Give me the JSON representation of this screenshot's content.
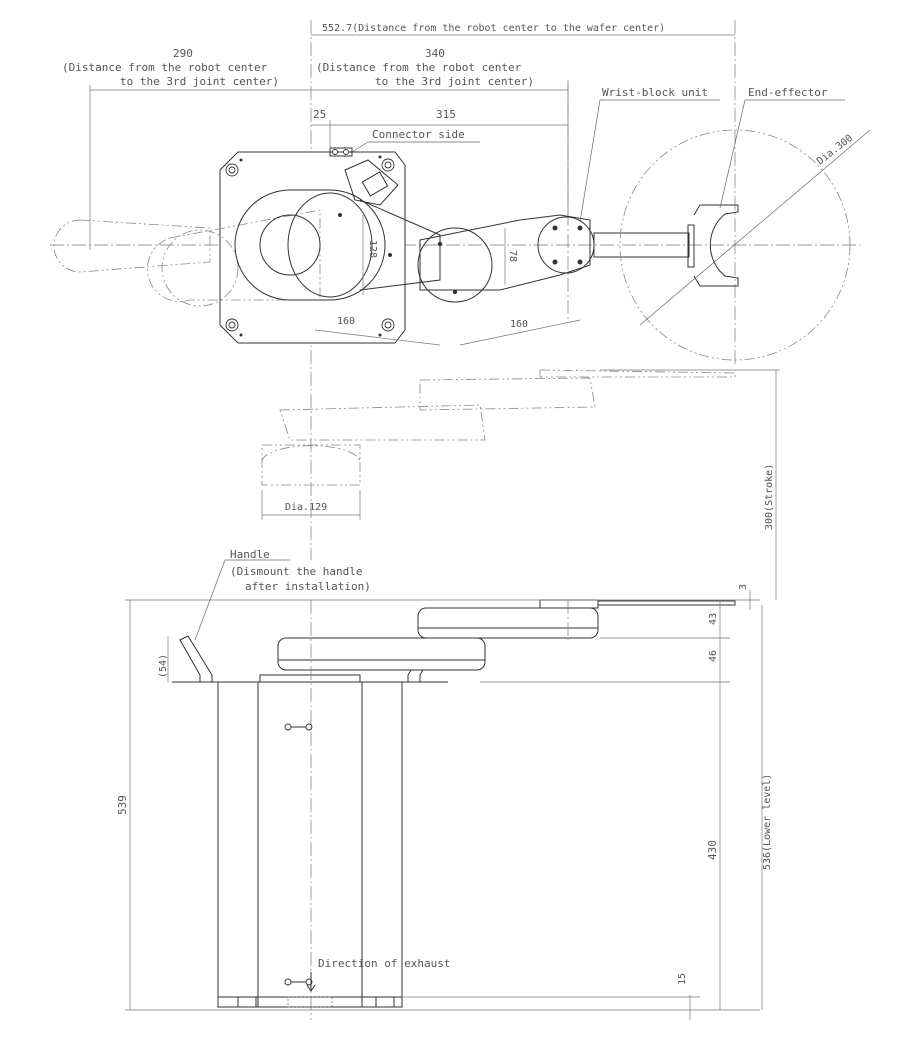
{
  "dimensions": {
    "wafer_distance": "552.7(Distance from the robot center to the wafer center)",
    "joint3_290_value": "290",
    "joint3_290_line1": "(Distance from the robot center",
    "joint3_290_line2": "to the 3rd joint center)",
    "joint3_340_value": "340",
    "joint3_340_line1": "(Distance from the robot center",
    "joint3_340_line2": "to the 3rd joint center)",
    "d25": "25",
    "d315": "315",
    "d128": "128",
    "d78": "78",
    "d160_a": "160",
    "d160_b": "160",
    "dia300": "Dia.300",
    "dia129": "Dia.129",
    "stroke": "300(Stroke)",
    "d3": "3",
    "d43": "43",
    "d46": "46",
    "d54": "(54)",
    "d539": "539",
    "d430": "430",
    "d536": "536(Lower level)",
    "d15": "15"
  },
  "labels": {
    "connector_side": "Connector side",
    "wrist_block": "Wrist-block unit",
    "end_effector": "End-effector",
    "handle_line1": "Handle",
    "handle_line2": "(Dismount the handle",
    "handle_line3": "after installation)",
    "exhaust": "Direction of exhaust"
  }
}
